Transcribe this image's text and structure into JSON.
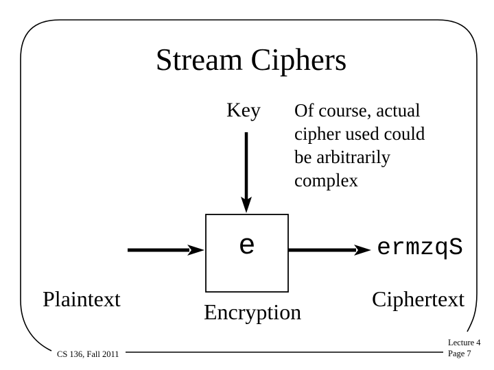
{
  "slide": {
    "title": "Stream Ciphers",
    "diagram": {
      "key_label": "Key",
      "note": "Of course, actual\ncipher used could\nbe arbitrarily\ncomplex",
      "encryption_symbol": "e",
      "ciphertext_sample": "ermzqS",
      "plaintext_label": "Plaintext",
      "encryption_label": "Encryption",
      "ciphertext_label": "Ciphertext"
    },
    "footer": {
      "course": "CS 136, Fall 2011",
      "lecture": "Lecture 4",
      "page": "Page 7"
    },
    "colors": {
      "background": "#ffffff",
      "ink": "#000000"
    }
  }
}
